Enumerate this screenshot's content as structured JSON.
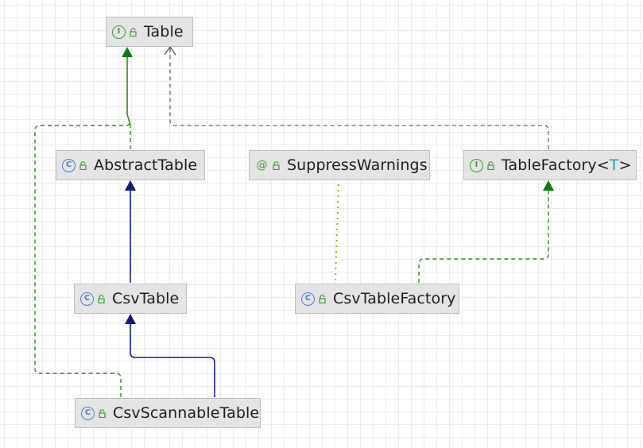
{
  "diagram": {
    "nodes": {
      "table": {
        "kind": "interface",
        "icon_glyph": "I",
        "name": "Table"
      },
      "abstract_table": {
        "kind": "class",
        "icon_glyph": "C",
        "name": "AbstractTable"
      },
      "suppress_warnings": {
        "kind": "annotation",
        "icon_glyph": "@",
        "name": "SuppressWarnings"
      },
      "table_factory": {
        "kind": "interface",
        "icon_glyph": "I",
        "name": "TableFactory",
        "type_open": "<",
        "type_param": "T",
        "type_close": ">"
      },
      "csv_table": {
        "kind": "class",
        "icon_glyph": "C",
        "name": "CsvTable"
      },
      "csv_table_factory": {
        "kind": "class",
        "icon_glyph": "C",
        "name": "CsvTableFactory"
      },
      "csv_scannable_table": {
        "kind": "class",
        "icon_glyph": "C",
        "name": "CsvScannableTable"
      }
    },
    "edges": [
      {
        "from": "abstract_table",
        "to": "table",
        "relation": "implements"
      },
      {
        "from": "csv_scannable_table",
        "to": "table",
        "relation": "implements"
      },
      {
        "from": "table_factory",
        "to": "table",
        "relation": "dependency"
      },
      {
        "from": "csv_table",
        "to": "abstract_table",
        "relation": "extends"
      },
      {
        "from": "csv_scannable_table",
        "to": "csv_table",
        "relation": "extends"
      },
      {
        "from": "csv_table_factory",
        "to": "table_factory",
        "relation": "implements"
      },
      {
        "from": "csv_table_factory",
        "to": "suppress_warnings",
        "relation": "annotated-by"
      }
    ],
    "colors": {
      "extends": "#1a1f8c",
      "implements": "#2e8b1e",
      "dependency": "#666666",
      "annotated_by": "#8fb51f",
      "node_fill": "#e4e4e4",
      "node_border": "#bdbdbd"
    },
    "icons": {
      "interface": "interface-icon",
      "class": "class-icon",
      "annotation": "annotation-icon",
      "visibility": "public-lock-icon"
    }
  }
}
